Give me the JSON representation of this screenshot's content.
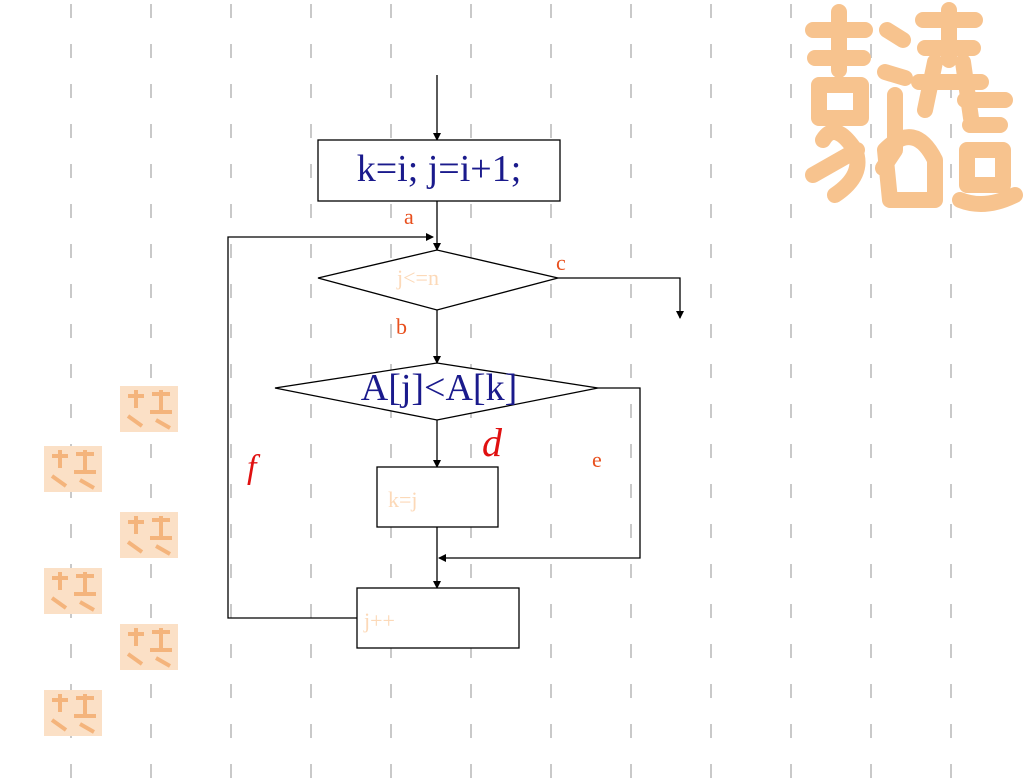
{
  "flowchart": {
    "init_box": "k=i; j=i+1;",
    "cond1": "j<=n",
    "cond2": "A[j]<A[k]",
    "assign_box": "k=j",
    "incr_box": "j++",
    "edge_labels": {
      "a": "a",
      "b": "b",
      "c": "c",
      "d": "d",
      "e": "e",
      "f": "f"
    }
  },
  "colors": {
    "dark_blue": "#1a1a8c",
    "orange_red": "#e8501e",
    "red": "#e01010",
    "faint": "#fcd9b8",
    "logo": "#f7c38e",
    "stroke": "#000000"
  },
  "decoration": {
    "logo_icon": "auspicious-seal-logo"
  }
}
